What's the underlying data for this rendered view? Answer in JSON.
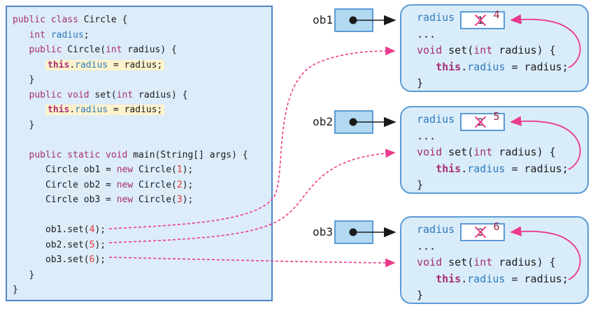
{
  "figure": {
    "description_labels": []
  },
  "colors": {
    "keyword": "#a62d74",
    "identifier": "#2e7bbf",
    "literal": "#e53935",
    "text": "#1c1c1e",
    "highlight": "#fdf3cd",
    "pink": "#ea3a8c",
    "value_red": "#9a1f3e",
    "box_border": "#5b9bd5",
    "code_box_fill": "#dcecf9",
    "object_box_fill": "#d9ecf9",
    "pointer_fill": "#b3d9f2",
    "value_box_fill": "#ffffff"
  },
  "icons": {
    "pointer_dot": "filled-black-circle",
    "reference_arrow": "black-right-arrow",
    "method_call_arrow": "pink-dashed-curved-arrow",
    "assignment_arrow": "pink-solid-curved-arrow",
    "crossout": "pink-x-strikethrough"
  },
  "code_panel": {
    "lines": [
      {
        "ind": 0,
        "seg": [
          [
            "k",
            "public class "
          ],
          [
            "p",
            "Circle {"
          ]
        ]
      },
      {
        "ind": 1,
        "seg": [
          [
            "k",
            "int"
          ],
          [
            "p",
            " "
          ],
          [
            "b",
            "radius"
          ],
          [
            "p",
            ";"
          ]
        ]
      },
      {
        "ind": 1,
        "seg": [
          [
            "k",
            "public"
          ],
          [
            "p",
            " Circle("
          ],
          [
            "k",
            "int"
          ],
          [
            "p",
            " radius) {"
          ]
        ]
      },
      {
        "ind": 2,
        "hl": true,
        "seg": [
          [
            "kb",
            "this"
          ],
          [
            "p",
            "."
          ],
          [
            "b",
            "radius"
          ],
          [
            "p",
            " = radius;"
          ]
        ]
      },
      {
        "ind": 1,
        "seg": [
          [
            "p",
            "}"
          ]
        ]
      },
      {
        "ind": 1,
        "seg": [
          [
            "k",
            "public void"
          ],
          [
            "p",
            " set("
          ],
          [
            "k",
            "int"
          ],
          [
            "p",
            " radius) {"
          ]
        ]
      },
      {
        "ind": 2,
        "hl": true,
        "seg": [
          [
            "kb",
            "this"
          ],
          [
            "p",
            "."
          ],
          [
            "b",
            "radius"
          ],
          [
            "p",
            " = radius;"
          ]
        ]
      },
      {
        "ind": 1,
        "seg": [
          [
            "p",
            "}"
          ]
        ]
      },
      {
        "ind": 0,
        "seg": []
      },
      {
        "ind": 1,
        "seg": [
          [
            "k",
            "public static void"
          ],
          [
            "p",
            " main(String[] args) {"
          ]
        ]
      },
      {
        "ind": 2,
        "seg": [
          [
            "p",
            "Circle ob1 = "
          ],
          [
            "k",
            "new"
          ],
          [
            "p",
            " Circle("
          ],
          [
            "n",
            "1"
          ],
          [
            "p",
            ");"
          ]
        ]
      },
      {
        "ind": 2,
        "seg": [
          [
            "p",
            "Circle ob2 = "
          ],
          [
            "k",
            "new"
          ],
          [
            "p",
            " Circle("
          ],
          [
            "n",
            "2"
          ],
          [
            "p",
            ");"
          ]
        ]
      },
      {
        "ind": 2,
        "seg": [
          [
            "p",
            "Circle ob3 = "
          ],
          [
            "k",
            "new"
          ],
          [
            "p",
            " Circle("
          ],
          [
            "n",
            "3"
          ],
          [
            "p",
            ");"
          ]
        ]
      },
      {
        "ind": 0,
        "seg": []
      },
      {
        "ind": 2,
        "seg": [
          [
            "p",
            "ob1.set("
          ],
          [
            "n",
            "4"
          ],
          [
            "p",
            ");"
          ]
        ]
      },
      {
        "ind": 2,
        "seg": [
          [
            "p",
            "ob2.set("
          ],
          [
            "n",
            "5"
          ],
          [
            "p",
            ");"
          ]
        ]
      },
      {
        "ind": 2,
        "seg": [
          [
            "p",
            "ob3.set("
          ],
          [
            "n",
            "6"
          ],
          [
            "p",
            ");"
          ]
        ]
      },
      {
        "ind": 1,
        "seg": [
          [
            "p",
            "}"
          ]
        ]
      },
      {
        "ind": 0,
        "seg": [
          [
            "p",
            "}"
          ]
        ]
      }
    ]
  },
  "object_method": {
    "lines": [
      {
        "ind": 0,
        "seg": [
          [
            "p",
            "..."
          ]
        ]
      },
      {
        "ind": 0,
        "seg": [
          [
            "k",
            "void"
          ],
          [
            "p",
            " set("
          ],
          [
            "k",
            "int"
          ],
          [
            "p",
            " radius) {"
          ]
        ]
      },
      {
        "ind": 0,
        "seg": [
          [
            "p",
            "   "
          ],
          [
            "kb",
            "this"
          ],
          [
            "p",
            "."
          ],
          [
            "b",
            "radius"
          ],
          [
            "p",
            " = radius;"
          ]
        ]
      },
      {
        "ind": 0,
        "seg": [
          [
            "p",
            "}"
          ]
        ]
      }
    ]
  },
  "objects": [
    {
      "ref_label": "ob1",
      "field_label": "radius",
      "old_value": "1",
      "new_value": "4"
    },
    {
      "ref_label": "ob2",
      "field_label": "radius",
      "old_value": "2",
      "new_value": "5"
    },
    {
      "ref_label": "ob3",
      "field_label": "radius",
      "old_value": "3",
      "new_value": "6"
    }
  ]
}
